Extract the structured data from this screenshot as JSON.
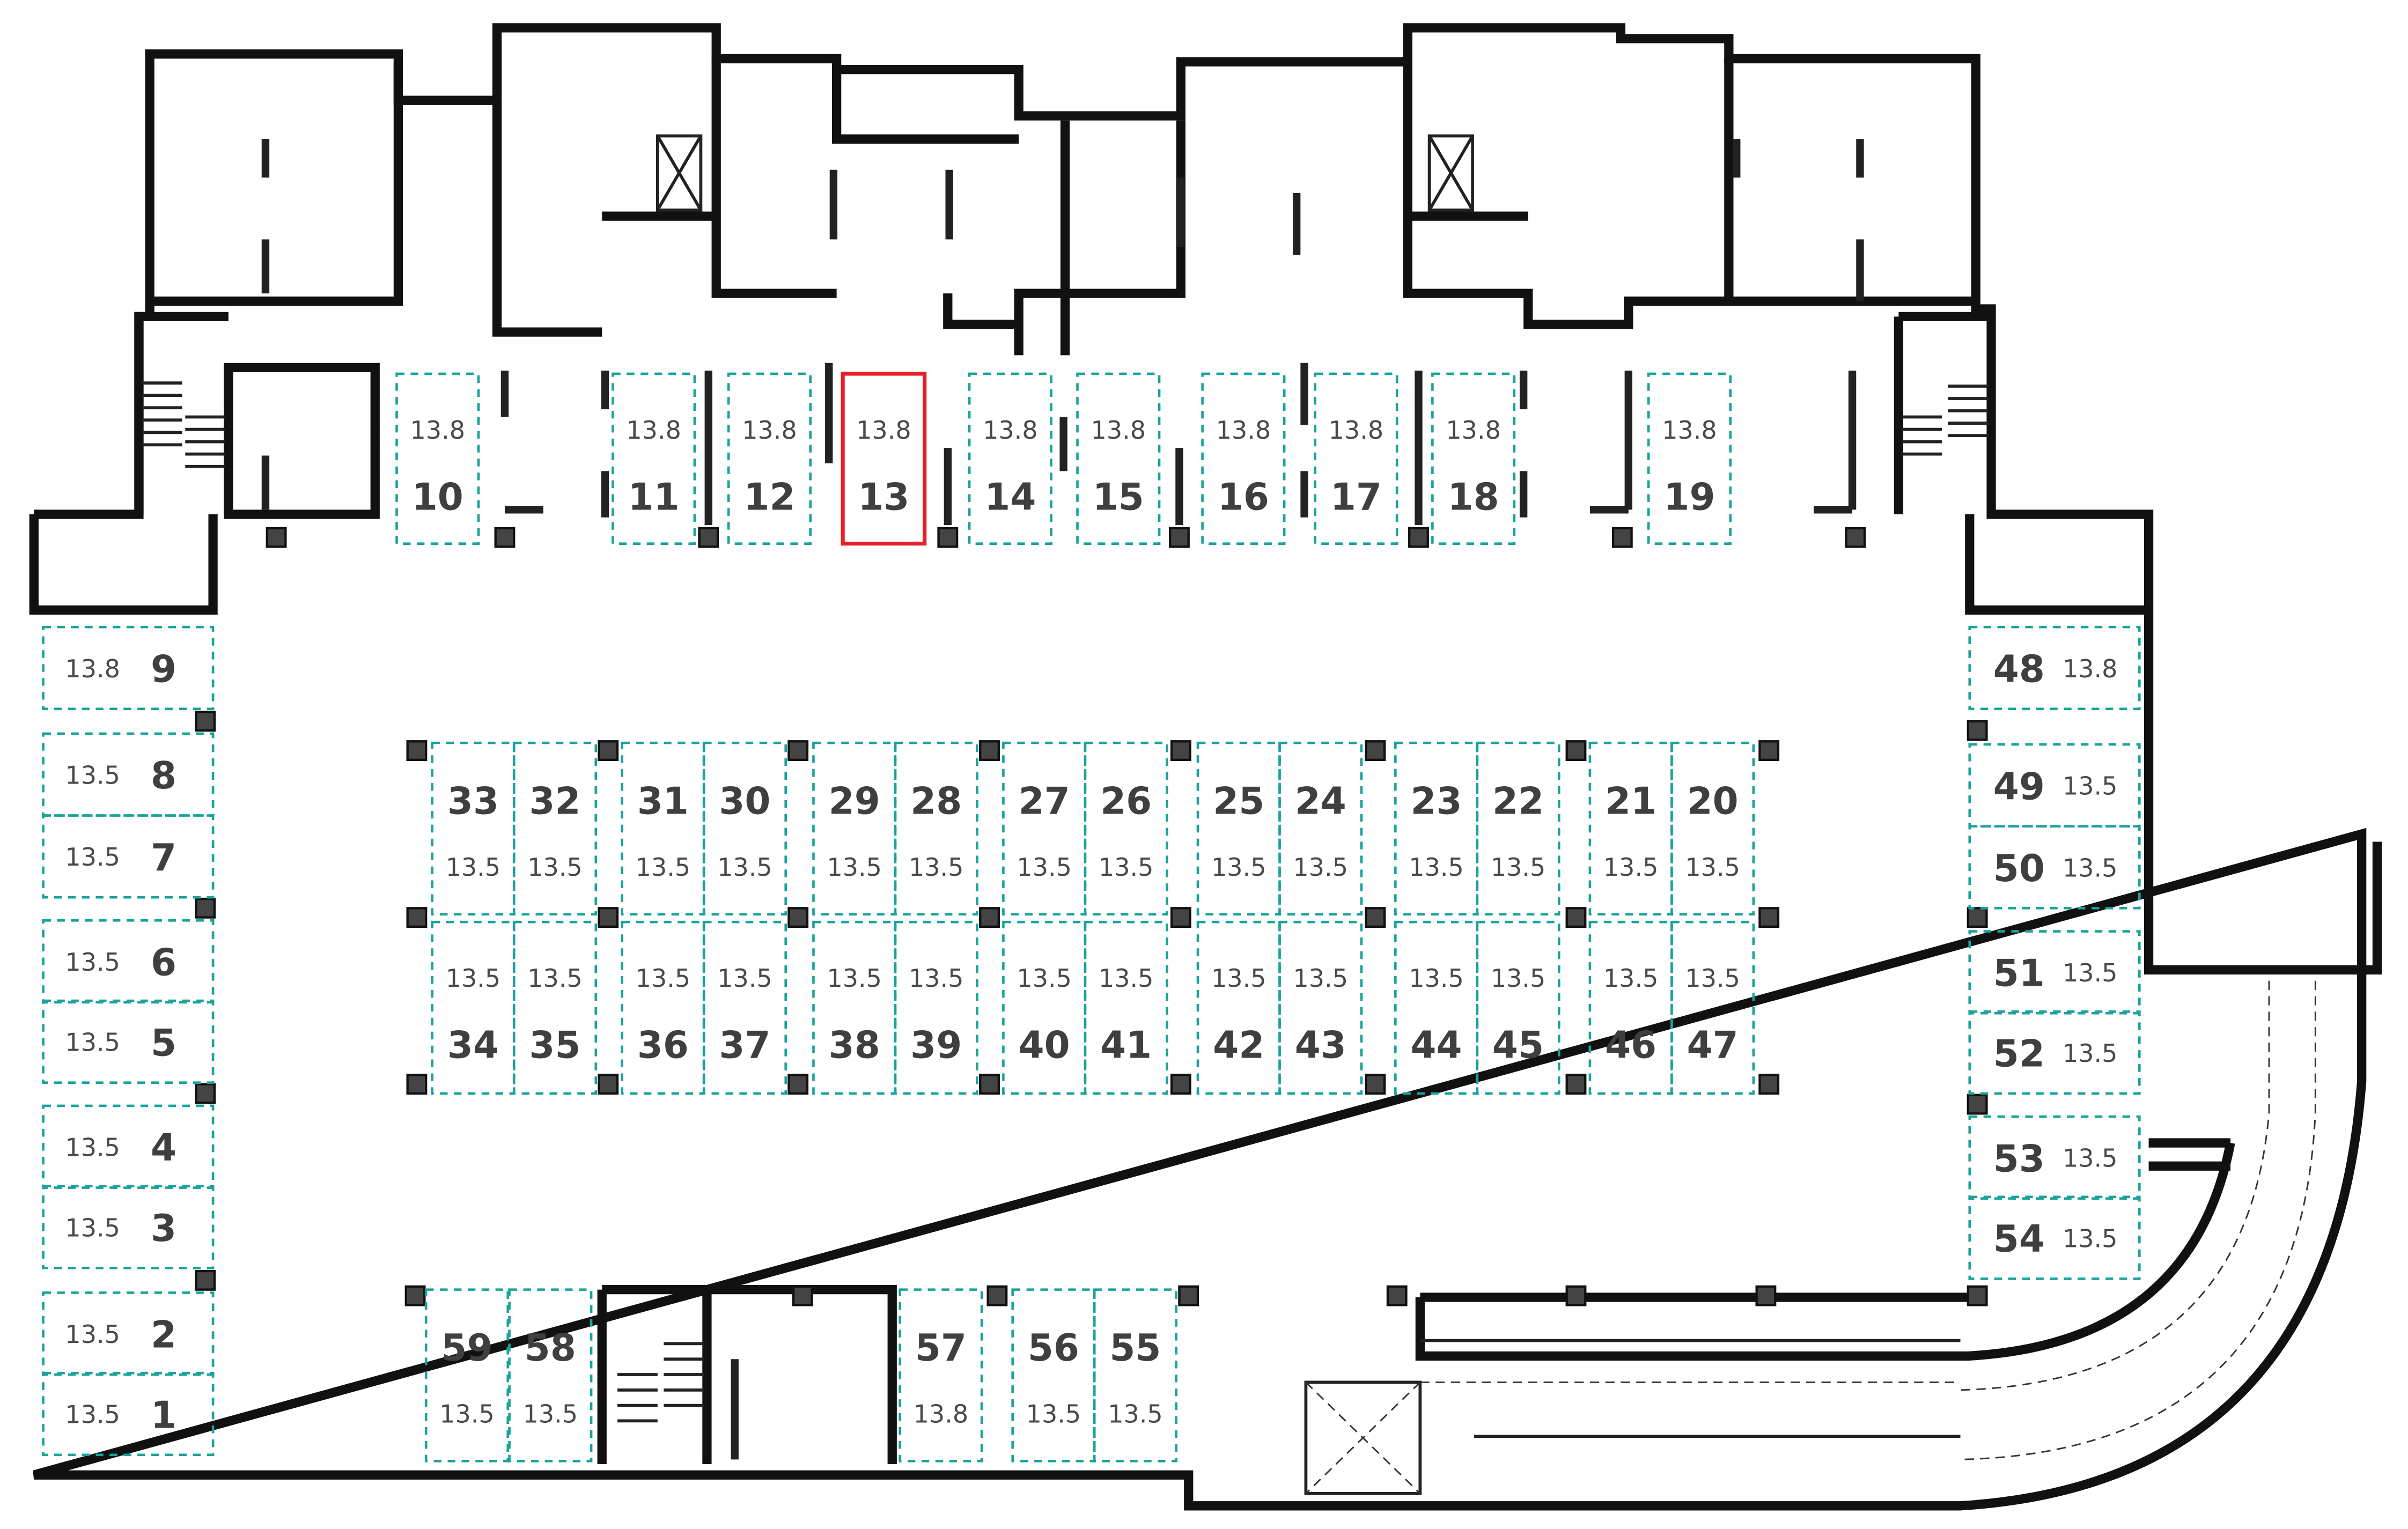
{
  "plan": {
    "spot_outline_color": "#1aa39b",
    "selected_outline_color": "#e8202a",
    "wall_color": "#444444",
    "text_color": "#3f3f42",
    "selected_spot": "13",
    "top_row": [
      {
        "number": "10",
        "area": "13.8"
      },
      {
        "number": "11",
        "area": "13.8"
      },
      {
        "number": "12",
        "area": "13.8"
      },
      {
        "number": "13",
        "area": "13.8"
      },
      {
        "number": "14",
        "area": "13.8"
      },
      {
        "number": "15",
        "area": "13.8"
      },
      {
        "number": "16",
        "area": "13.8"
      },
      {
        "number": "17",
        "area": "13.8"
      },
      {
        "number": "18",
        "area": "13.8"
      },
      {
        "number": "19",
        "area": "13.8"
      }
    ],
    "left_column": [
      {
        "number": "9",
        "area": "13.8"
      },
      {
        "number": "8",
        "area": "13.5"
      },
      {
        "number": "7",
        "area": "13.5"
      },
      {
        "number": "6",
        "area": "13.5"
      },
      {
        "number": "5",
        "area": "13.5"
      },
      {
        "number": "4",
        "area": "13.5"
      },
      {
        "number": "3",
        "area": "13.5"
      },
      {
        "number": "2",
        "area": "13.5"
      },
      {
        "number": "1",
        "area": "13.5"
      }
    ],
    "right_column": [
      {
        "number": "48",
        "area": "13.8"
      },
      {
        "number": "49",
        "area": "13.5"
      },
      {
        "number": "50",
        "area": "13.5"
      },
      {
        "number": "51",
        "area": "13.5"
      },
      {
        "number": "52",
        "area": "13.5"
      },
      {
        "number": "53",
        "area": "13.5"
      },
      {
        "number": "54",
        "area": "13.5"
      }
    ],
    "middle_upper_row": [
      {
        "number": "33",
        "area": "13.5"
      },
      {
        "number": "32",
        "area": "13.5"
      },
      {
        "number": "31",
        "area": "13.5"
      },
      {
        "number": "30",
        "area": "13.5"
      },
      {
        "number": "29",
        "area": "13.5"
      },
      {
        "number": "28",
        "area": "13.5"
      },
      {
        "number": "27",
        "area": "13.5"
      },
      {
        "number": "26",
        "area": "13.5"
      },
      {
        "number": "25",
        "area": "13.5"
      },
      {
        "number": "24",
        "area": "13.5"
      },
      {
        "number": "23",
        "area": "13.5"
      },
      {
        "number": "22",
        "area": "13.5"
      },
      {
        "number": "21",
        "area": "13.5"
      },
      {
        "number": "20",
        "area": "13.5"
      }
    ],
    "middle_lower_row": [
      {
        "number": "34",
        "area": "13.5"
      },
      {
        "number": "35",
        "area": "13.5"
      },
      {
        "number": "36",
        "area": "13.5"
      },
      {
        "number": "37",
        "area": "13.5"
      },
      {
        "number": "38",
        "area": "13.5"
      },
      {
        "number": "39",
        "area": "13.5"
      },
      {
        "number": "40",
        "area": "13.5"
      },
      {
        "number": "41",
        "area": "13.5"
      },
      {
        "number": "42",
        "area": "13.5"
      },
      {
        "number": "43",
        "area": "13.5"
      },
      {
        "number": "44",
        "area": "13.5"
      },
      {
        "number": "45",
        "area": "13.5"
      },
      {
        "number": "46",
        "area": "13.5"
      },
      {
        "number": "47",
        "area": "13.5"
      }
    ],
    "bottom_row": [
      {
        "number": "59",
        "area": "13.5"
      },
      {
        "number": "58",
        "area": "13.5"
      },
      {
        "number": "57",
        "area": "13.8"
      },
      {
        "number": "56",
        "area": "13.5"
      },
      {
        "number": "55",
        "area": "13.5"
      }
    ]
  }
}
